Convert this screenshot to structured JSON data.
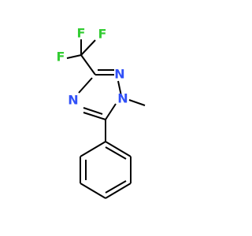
{
  "atoms": {
    "f_top": {
      "label": "F",
      "color": "#33cc33"
    },
    "f_left": {
      "label": "F",
      "color": "#33cc33"
    },
    "f_right": {
      "label": "F",
      "color": "#33cc33"
    },
    "n_upper": {
      "label": "N",
      "color": "#3050f8"
    },
    "n_methyl": {
      "label": "N",
      "color": "#3050f8"
    },
    "n_left": {
      "label": "N",
      "color": "#3050f8"
    }
  },
  "colors": {
    "bond": "#000000",
    "background": "#ffffff"
  }
}
